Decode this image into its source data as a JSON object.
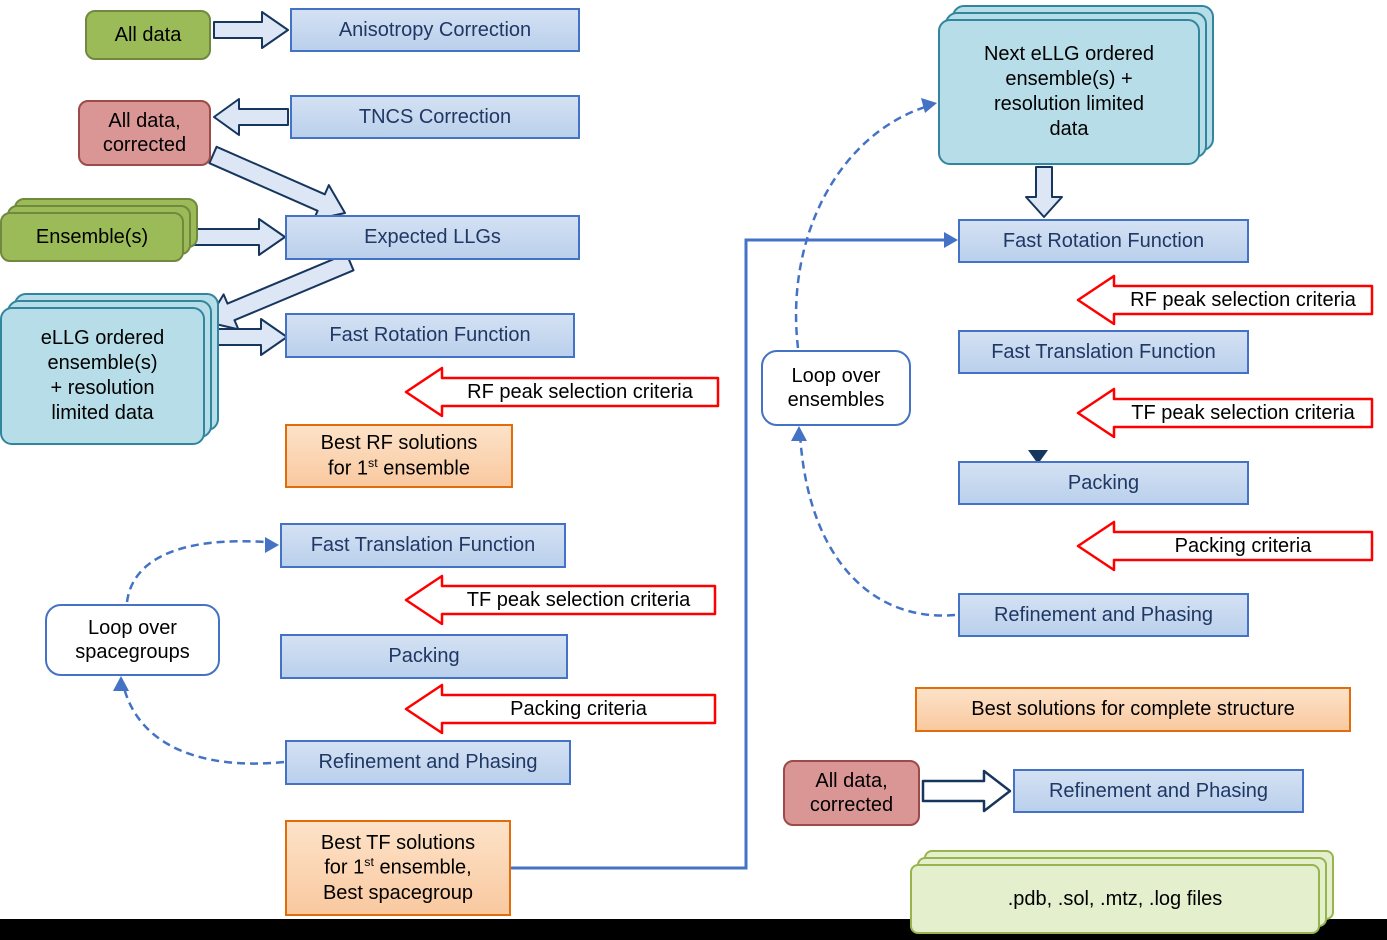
{
  "palette": {
    "process_fill": "#c6d9f1",
    "process_border": "#4472c4",
    "process_text": "#1f3864",
    "data_green_fill": "#9bbb59",
    "data_green_border": "#71893f",
    "corrected_fill": "#d99694",
    "corrected_border": "#9d4b49",
    "ensemble_teal_fill": "#b7dee8",
    "ensemble_teal_border": "#31859c",
    "result_orange_fill": "#fbd3ae",
    "result_orange_border": "#e36c0a",
    "criteria_arrow_fill": "#ffffff",
    "criteria_arrow_border": "#ff0000",
    "connector_blue": "#4472c4",
    "output_green_fill": "#e4efce",
    "output_green_border": "#97b44d"
  },
  "nodes": {
    "all_data": "All data",
    "anisotropy_correction": "Anisotropy Correction",
    "tncs_correction": "TNCS Correction",
    "all_data_corrected": "All data,\ncorrected",
    "ensembles": "Ensemble(s)",
    "expected_llgs": "Expected LLGs",
    "ellg_ordered_ensemble": "eLLG ordered\nensemble(s)\n+ resolution\nlimited data",
    "next_ellg_ordered_ensemble": "Next eLLG ordered\nensemble(s) +\nresolution limited\ndata",
    "fast_rotation_function": "Fast Rotation Function",
    "fast_translation_function": "Fast Translation Function",
    "packing": "Packing",
    "refinement_and_phasing": "Refinement and Phasing",
    "loop_over_spacegroups": "Loop over\nspacegroups",
    "loop_over_ensembles": "Loop over\nensembles",
    "best_rf": {
      "line1": "Best RF solutions",
      "line2_pre": "for 1",
      "line2_sup": "st",
      "line2_post": " ensemble"
    },
    "best_tf": {
      "line1": "Best TF solutions",
      "line2_pre": "for 1",
      "line2_sup": "st",
      "line2_post": " ensemble,",
      "line3": "Best spacegroup"
    },
    "best_solutions_complete": "Best solutions for complete structure",
    "output_files": ".pdb, .sol, .mtz, .log files"
  },
  "criteria": {
    "rf_peak": "RF peak selection criteria",
    "tf_peak": "TF peak selection criteria",
    "packing": "Packing criteria"
  }
}
